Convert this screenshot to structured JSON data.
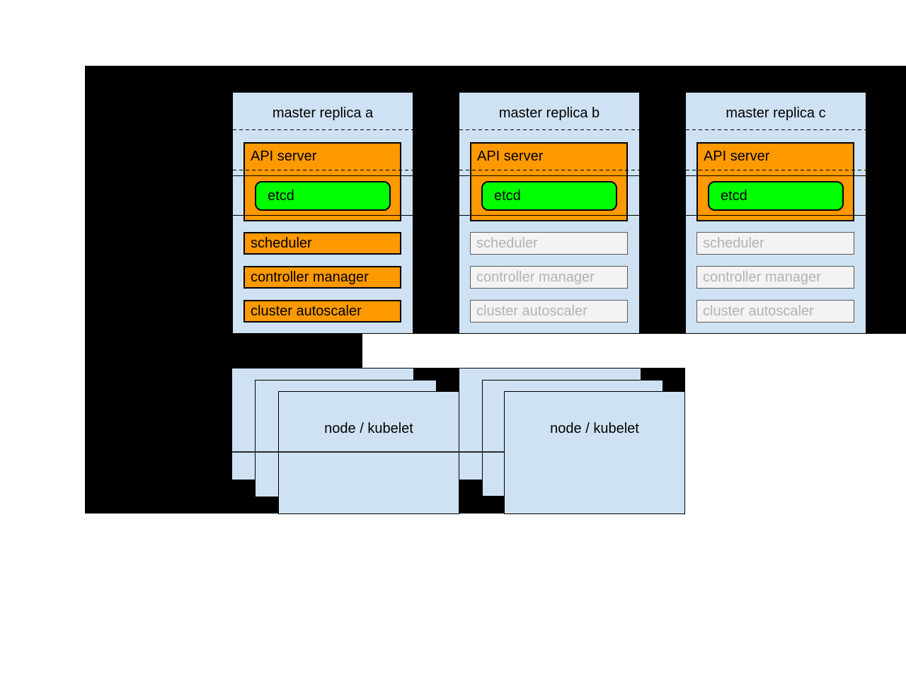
{
  "replicas": [
    {
      "title": "master replica a",
      "state": "active",
      "api_server": "API server",
      "etcd": "etcd",
      "scheduler": "scheduler",
      "controller_manager": "controller manager",
      "cluster_autoscaler": "cluster autoscaler"
    },
    {
      "title": "master replica b",
      "state": "inactive",
      "api_server": "API server",
      "etcd": "etcd",
      "scheduler": "scheduler",
      "controller_manager": "controller manager",
      "cluster_autoscaler": "cluster autoscaler"
    },
    {
      "title": "master replica c",
      "state": "inactive",
      "api_server": "API server",
      "etcd": "etcd",
      "scheduler": "scheduler",
      "controller_manager": "controller manager",
      "cluster_autoscaler": "cluster autoscaler"
    }
  ],
  "node_groups": [
    {
      "label": "node / kubelet"
    },
    {
      "label": "node / kubelet"
    }
  ],
  "colors": {
    "panel_blue": "#cfe2f3",
    "active_orange": "#ff9900",
    "etcd_green": "#00ff00",
    "inactive_fill": "#f3f3f3",
    "inactive_border": "#5b5b5b",
    "inactive_text": "#b3b3b3",
    "background_black": "#000000",
    "canvas_white": "#ffffff"
  }
}
